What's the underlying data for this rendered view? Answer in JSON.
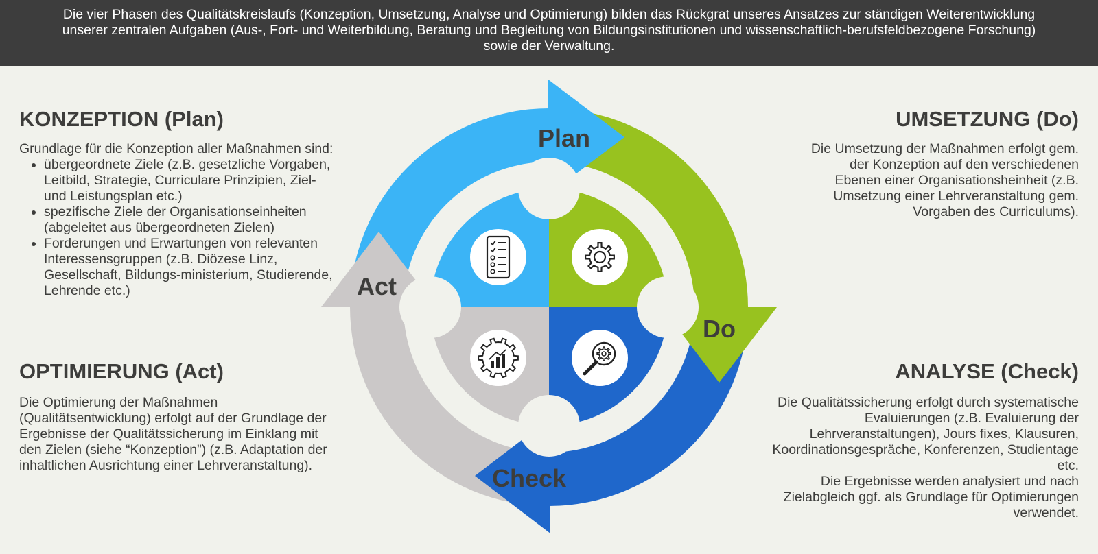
{
  "banner": {
    "text": "Die vier Phasen des Qualitätskreislaufs (Konzeption, Umsetzung, Analyse und Optimierung) bilden das Rückgrat unseres Ansatzes zur ständigen Weiterentwicklung unserer zentralen Aufgaben (Aus-, Fort- und Weiterbildung, Beratung und Begleitung von Bildungsinstitutionen und wissenschaftlich-berufsfeldbezogene Forschung) sowie der Verwaltung."
  },
  "konzeption": {
    "title": "KONZEPTION (Plan)",
    "intro": "Grundlage für die Konzeption aller Maßnahmen sind:",
    "items": [
      "übergeordnete Ziele (z.B. gesetzliche Vorgaben, Leitbild, Strategie, Curriculare Prinzipien, Ziel- und Leistungsplan etc.)",
      "spezifische Ziele der Organisationseinheiten (abgeleitet aus übergeordneten Zielen)",
      "Forderungen und Erwartungen von relevanten Interessensgruppen (z.B. Diözese Linz, Gesellschaft, Bildungs-ministerium, Studierende, Lehrende etc.)"
    ]
  },
  "umsetzung": {
    "title": "UMSETZUNG (Do)",
    "text": "Die Umsetzung der Maßnahmen erfolgt gem. der Konzeption auf den verschiedenen Ebenen einer Organisationsheinheit (z.B. Umsetzung einer Lehrveranstaltung gem. Vorgaben des Curriculums)."
  },
  "optimierung": {
    "title": "OPTIMIERUNG (Act)",
    "text": "Die Optimierung der Maßnahmen (Qualitätsentwicklung) erfolgt auf der Grundlage der Ergebnisse der Qualitätssicherung im Einklang mit den Zielen (siehe “Konzeption”) (z.B. Adaptation der inhaltlichen Ausrichtung einer Lehrveranstaltung)."
  },
  "analyse": {
    "title": "ANALYSE (Check)",
    "text1": "Die Qualitätssicherung erfolgt durch systematische Evaluierungen (z.B. Evaluierung der Lehrveranstaltungen), Jours fixes, Klausuren, Koordinationsgespräche, Konferenzen, Studientage etc.",
    "text2": "Die Ergebnisse werden analysiert und nach Zielabgleich ggf. als Grundlage für Optimierungen verwendet."
  },
  "cycle": {
    "labels": {
      "plan": "Plan",
      "do": "Do",
      "check": "Check",
      "act": "Act"
    },
    "colors": {
      "plan": "#3bb4f6",
      "do": "#98c21f",
      "check": "#1f67cb",
      "act": "#cbc8c8",
      "background": "#f1f2ec",
      "icon_bg": "#ffffff",
      "icon_stroke": "#222222"
    },
    "icons": {
      "plan": "checklist-icon",
      "do": "gear-icon",
      "check": "magnifier-gear-icon",
      "act": "gear-growth-chart-icon"
    }
  }
}
